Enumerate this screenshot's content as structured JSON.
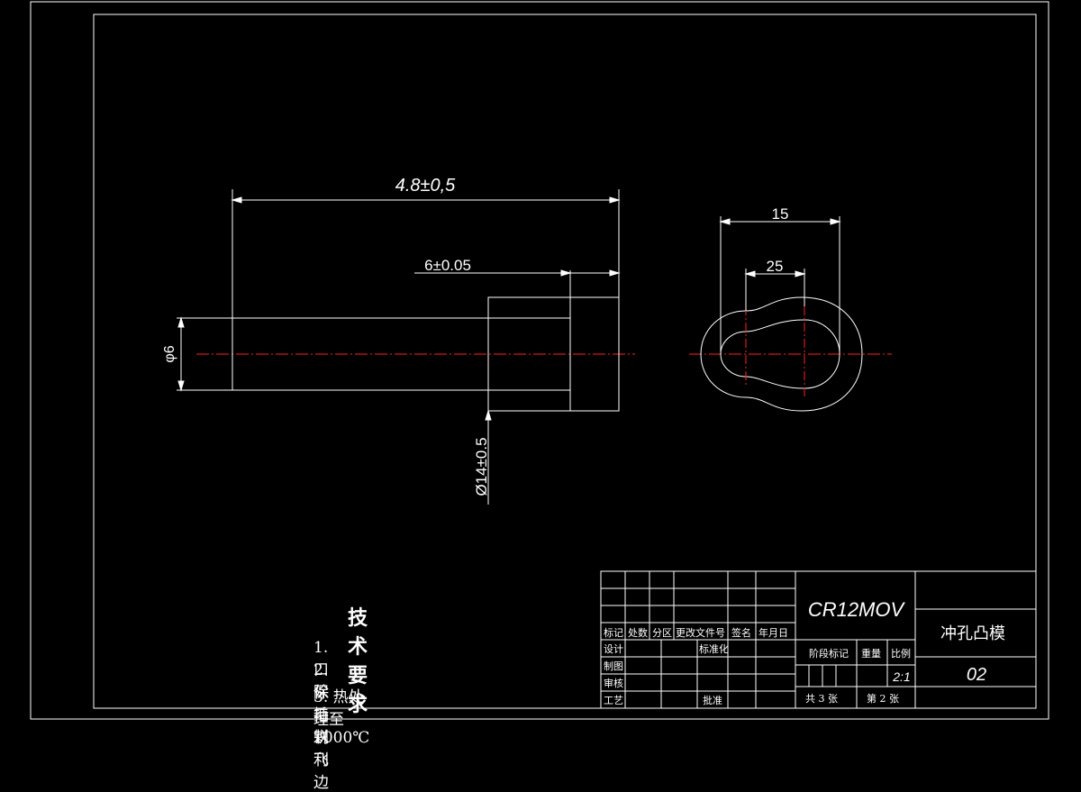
{
  "dimensions": {
    "overall_length": "4.8±0,5",
    "head_length": "6±0.05",
    "shank_diameter": "φ6",
    "head_diameter": "Ø14±0.5",
    "slot_outer_width": "15",
    "slot_inner_width": "25"
  },
  "technical_requirements": {
    "title": "技术要求",
    "items": [
      "1. 口保持锐利",
      "2. 除毛刺飞边",
      "3. 热处理至1000℃"
    ]
  },
  "title_block": {
    "material": "CR12MOV",
    "part_name": "冲孔凸模",
    "drawing_number": "02",
    "scale": "2:1",
    "header_labels": [
      "标记",
      "处数",
      "分区",
      "更改文件号",
      "签名",
      "年月日"
    ],
    "left_rows": [
      "设计",
      "制图",
      "审核",
      "工艺"
    ],
    "standardization": "标准化",
    "approval": "批准",
    "stage_mark": "阶段标记",
    "weight": "重量",
    "scale_label": "比例",
    "total_sheets": "共 3 张",
    "sheet_number": "第 2 张"
  },
  "colors": {
    "line": "#ffffff",
    "centerline": "#ff2020",
    "background": "#000000"
  }
}
